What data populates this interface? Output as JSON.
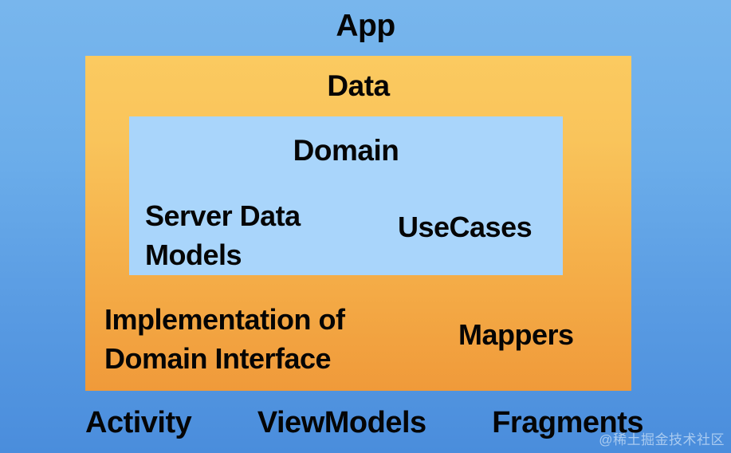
{
  "diagram": {
    "title": "App",
    "background_top_color": "#78b6ed",
    "background_bottom_color": "#4a8ddc",
    "layers": {
      "data": {
        "title": "Data",
        "fill_top_color": "#fbca60",
        "fill_bottom_color": "#f09a3a",
        "items": {
          "implementation": "Implementation of\nDomain Interface",
          "mappers": "Mappers"
        }
      },
      "domain": {
        "title": "Domain",
        "fill_color": "#a9d5fb",
        "items": {
          "server_data_models": "Server Data\nModels",
          "usecases": "UseCases"
        }
      }
    },
    "presentation": {
      "items": [
        {
          "label": "Activity"
        },
        {
          "label": "ViewModels"
        },
        {
          "label": "Fragments"
        }
      ]
    },
    "watermark": "@稀土掘金技术社区"
  }
}
